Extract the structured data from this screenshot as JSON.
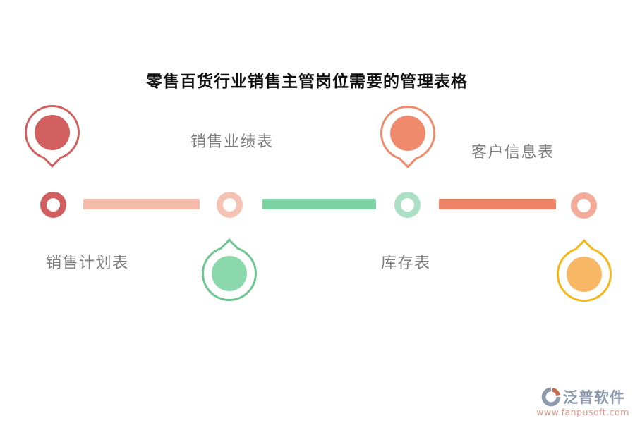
{
  "title": {
    "text": "零售百货行业销售主管岗位需要的管理表格",
    "color": "#111111"
  },
  "milestones": [
    {
      "name": "销售计划表",
      "label_side": "bottom",
      "pin_side": "top",
      "pin_direction": "down",
      "pin_outline": "#d15f5f",
      "pin_fill": "#d15f5f",
      "node_color": "#d15f5f"
    },
    {
      "name": "销售业绩表",
      "label_side": "top",
      "pin_side": "bottom",
      "pin_direction": "up",
      "pin_outline": "#6cc690",
      "pin_fill": "#8bd8ac",
      "node_color": "#f5c3b4"
    },
    {
      "name": "库存表",
      "label_side": "bottom",
      "pin_side": "top",
      "pin_direction": "down",
      "pin_outline": "#f08a6c",
      "pin_fill": "#f08a6c",
      "node_color": "#abdfc6"
    },
    {
      "name": "客户信息表",
      "label_side": "top",
      "pin_side": "bottom",
      "pin_direction": "up",
      "pin_outline": "#f6b616",
      "pin_fill": "#f7b765",
      "node_color": "#f5ab99"
    }
  ],
  "connectors": [
    {
      "color": "#f3bcab"
    },
    {
      "color": "#7dd2a4"
    },
    {
      "color": "#ee8266"
    }
  ],
  "watermark": {
    "brand": "泛普软件",
    "url": "www.fanpusoft.com",
    "brand_color": "#8b97ab",
    "url_color": "#d8988f",
    "icon_primary": "#8e99ad",
    "icon_accent": "#cb6849"
  }
}
